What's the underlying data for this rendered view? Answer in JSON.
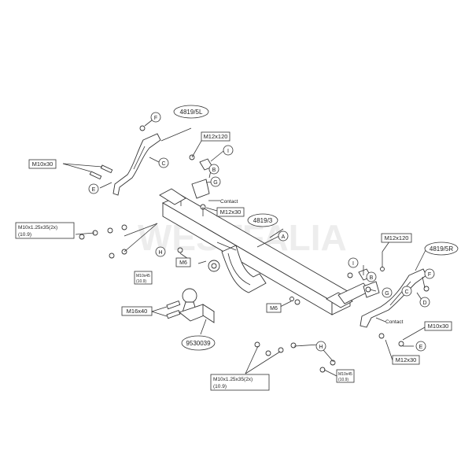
{
  "watermark": "WESTFALIA",
  "parts": {
    "left_bracket": "4819/5L",
    "right_bracket": "4819/5R",
    "crossbar": "4819/3",
    "ball": "9530039"
  },
  "bolts": {
    "m12x120": "M12x120",
    "m12x30": "M12x30",
    "m10x30": "M10x30",
    "m10x125": "M10x1.25x35(2x)",
    "grade109": "(10.9)",
    "m10x45": "M10x45",
    "grade89": "(10.9)",
    "m16x40": "M16x40",
    "m6": "M6",
    "contact": "Contact"
  },
  "callouts": [
    "A",
    "B",
    "C",
    "D",
    "E",
    "F",
    "G",
    "H",
    "I"
  ]
}
